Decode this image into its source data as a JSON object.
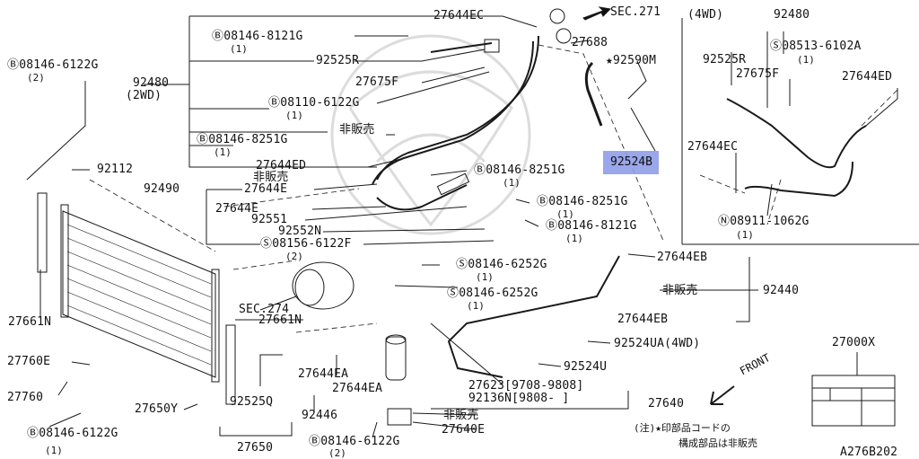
{
  "diagram": {
    "labels": {
      "sec271": "SEC.271",
      "p27644EC_top": "27644EC",
      "p27688": "27688",
      "p92590M": "★92590M",
      "b08146_8121G_a": "Ⓑ08146-8121G",
      "b08146_8121G_a_qty": "(1)",
      "p92525R": "92525R",
      "p27675F": "27675F",
      "b08110_6122G": "Ⓑ08110-6122G",
      "b08110_6122G_qty": "(1)",
      "hanbai1": "非販売",
      "b08146_8251G_a": "Ⓑ08146-8251G",
      "b08146_8251G_a_qty": "(1)",
      "p27644ED": "27644ED",
      "p92524B": "92524B",
      "b08146_8251G_b": "Ⓑ08146-8251G",
      "b08146_8251G_b_qty": "(1)",
      "b08146_6122G_tl": "Ⓑ08146-6122G",
      "b08146_6122G_tl_qty": "(2)",
      "p92480": "92480",
      "p2wd": "(2WD)",
      "p92112": "92112",
      "p92490": "92490",
      "hanbai2": "非販売",
      "p27644E_a": "27644E",
      "p27644E_b": "27644E",
      "p92551": "92551",
      "p92552N": "92552N",
      "s08156_6122F": "Ⓢ08156-6122F",
      "s08156_6122F_qty": "(2)",
      "b08146_8251G_c": "Ⓑ08146-8251G",
      "b08146_8251G_c_qty": "(1)",
      "b08146_8121G_b": "Ⓑ08146-8121G",
      "b08146_8121G_b_qty": "(1)",
      "p27644EB_a": "27644EB",
      "s08146_6252G_a": "Ⓢ08146-6252G",
      "s08146_6252G_a_qty": "(1)",
      "s08146_6252G_b": "Ⓢ08146-6252G",
      "s08146_6252G_b_qty": "(1)",
      "hanbai3": "非販売",
      "p92440": "92440",
      "p27644EB_b": "27644EB",
      "p92524UA": "92524UA(4WD)",
      "p92524U": "92524U",
      "p27623": "27623[9708-9808]",
      "p92136N": "92136N[9808-    ]",
      "p27640": "27640",
      "hanbai4": "非販売",
      "p27640E": "27640E",
      "b08146_6122G_b": "Ⓑ08146-6122G",
      "b08146_6122G_b_qty": "(2)",
      "p27661N_left": "27661N",
      "sec274": "SEC.274",
      "p27661N_mid": "27661N",
      "p27760E": "27760E",
      "p27760": "27760",
      "p27650Y": "27650Y",
      "b08146_6122G_c": "Ⓑ08146-6122G",
      "b08146_6122G_c_qty": "(1)",
      "p92525Q": "92525Q",
      "p27644EA_a": "27644EA",
      "p27644EA_b": "27644EA",
      "p92446": "92446",
      "p27650": "27650",
      "p27000X": "27000X",
      "front": "FRONT",
      "note1": "(注)★印部品コードの",
      "note2": "構成部品は非販売",
      "catalog": "A276B202"
    },
    "inset": {
      "title": "(4WD)",
      "p92480": "92480",
      "p92525R": "92525R",
      "s08513_6102A": "Ⓢ08513-6102A",
      "s08513_6102A_qty": "(1)",
      "p27675F": "27675F",
      "p27644ED": "27644ED",
      "p27644EC": "27644EC",
      "n08911_1062G": "Ⓝ08911-1062G",
      "n08911_1062G_qty": "(1)"
    },
    "colors": {
      "line": "#1a1a1a",
      "highlight": "#8f9de8",
      "watermark": "#d8d8d8"
    }
  }
}
